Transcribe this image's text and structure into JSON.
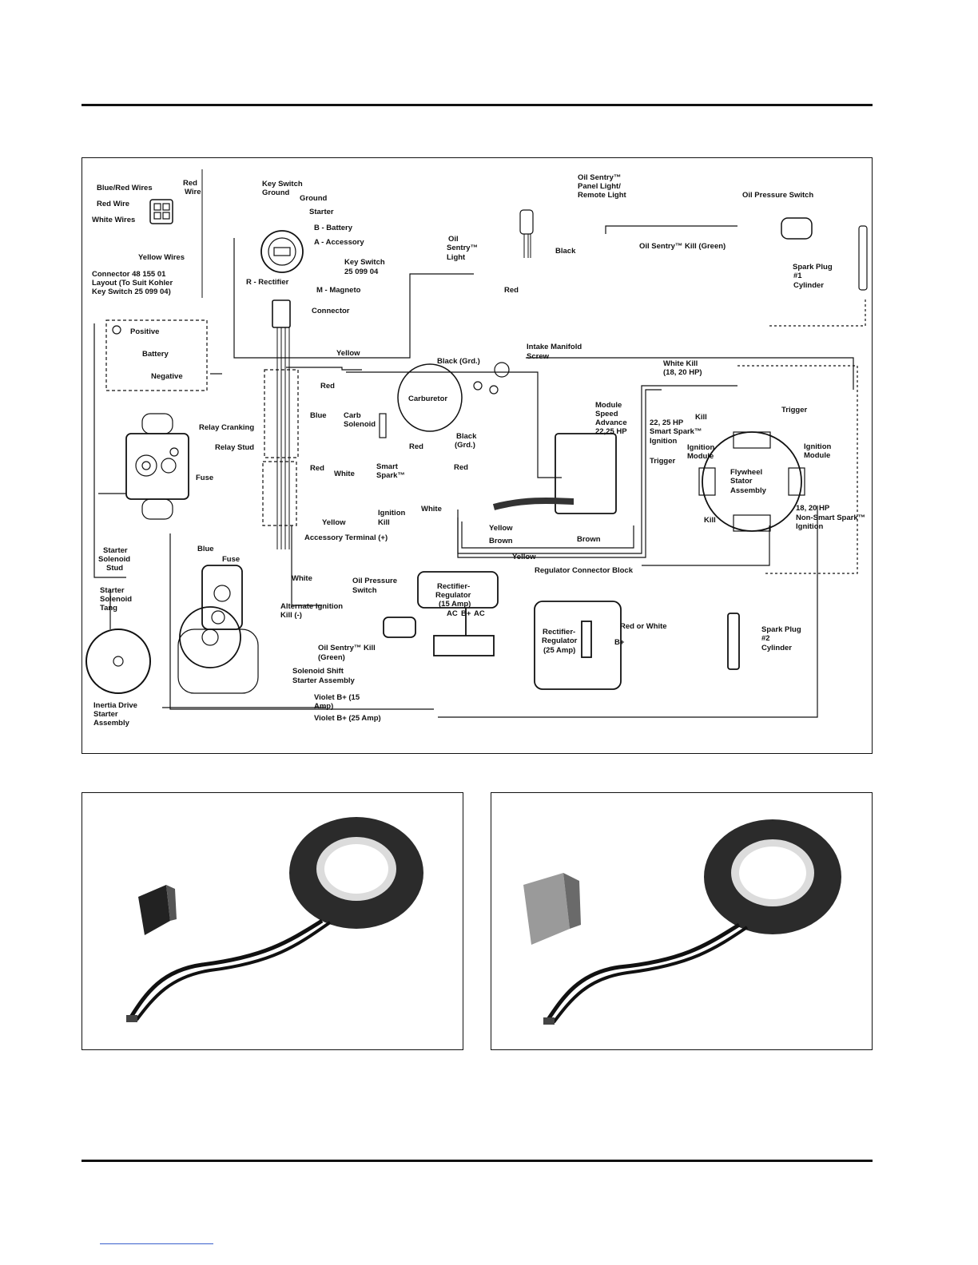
{
  "diagram": {
    "connector_layout": {
      "labels": [
        "Blue/Red Wires",
        "Red",
        "Wire",
        "Red Wire",
        "White Wires",
        "Yellow Wires"
      ],
      "caption": [
        "Connector 48 155 01",
        "Layout (To Suit Kohler",
        "Key Switch 25 099 04)"
      ]
    },
    "key_switch": {
      "labels": [
        "Key Switch",
        "Ground",
        "Ground",
        "Starter",
        "B - Battery",
        "A - Accessory",
        "Key Switch",
        "25 099 04",
        "R - Rectifier",
        "M - Magneto"
      ]
    },
    "labels": {
      "connector": "Connector",
      "positive": "Positive",
      "battery": "Battery",
      "negative": "Negative",
      "yellow_main": "Yellow",
      "red_harness": "Red",
      "blue_harness": "Blue",
      "relay_cranking": "Relay Cranking",
      "relay_stud": "Relay Stud",
      "fuse_relay": "Fuse",
      "red_lower": "Red",
      "white_lower": "White",
      "yellow_acc": "Yellow",
      "accessory_terminal": "Accessory Terminal (+)",
      "blue_low": "Blue",
      "fuse_low": "Fuse",
      "starter_solenoid_stud": [
        "Starter",
        "Solenoid",
        "Stud"
      ],
      "starter_solenoid_tang": [
        "Starter",
        "Solenoid",
        "Tang"
      ],
      "white_low": "White",
      "alt_ignition_kill": [
        "Alternate Ignition",
        "Kill (-)"
      ],
      "oil_pressure_switch_low": [
        "Oil Pressure",
        "Switch"
      ],
      "oil_sentry_kill_low": [
        "Oil Sentry™ Kill",
        "(Green)"
      ],
      "solenoid_shift": [
        "Solenoid Shift",
        "Starter Assembly"
      ],
      "inertia_drive": [
        "Inertia Drive",
        "Starter",
        "Assembly"
      ],
      "violet_15": [
        "Violet B+ (15",
        "Amp)"
      ],
      "violet_25": "Violet B+ (25 Amp)",
      "oil_sentry_panel": [
        "Oil Sentry™",
        "Panel Light/",
        "Remote Light"
      ],
      "oil_pressure_switch_top": "Oil Pressure Switch",
      "oil_sentry_light": [
        "Oil",
        "Sentry™",
        "Light"
      ],
      "black_top": "Black",
      "red_top": "Red",
      "oil_sentry_kill_top": "Oil Sentry™ Kill (Green)",
      "spark_plug_1": [
        "Spark Plug",
        "#1",
        "Cylinder"
      ],
      "black_grd": "Black (Grd.)",
      "intake_manifold": [
        "Intake Manifold",
        "Screw"
      ],
      "white_kill": [
        "White Kill",
        "(18, 20 HP)"
      ],
      "carburetor": "Carburetor",
      "carb_solenoid": [
        "Carb",
        "Solenoid"
      ],
      "red_carb": "Red",
      "black_grd2": [
        "Black",
        "(Grd.)"
      ],
      "red_mid": "Red",
      "smart_spark": [
        "Smart",
        "Spark™"
      ],
      "ignition_kill": [
        "Ignition",
        "Kill"
      ],
      "white_mid": "White",
      "module_speed": [
        "Module",
        "Speed",
        "Advance",
        "22,25 HP"
      ],
      "yellow_bottom": "Yellow",
      "brown_1": "Brown",
      "brown_2": "Brown",
      "yellow_bottom2": "Yellow",
      "hp_smart": [
        "22, 25 HP",
        "Smart Spark™",
        "Ignition"
      ],
      "kill_top": "Kill",
      "trigger_top": "Trigger",
      "ignition_module_left": [
        "Ignition",
        "Module"
      ],
      "ignition_module_right": [
        "Ignition",
        "Module"
      ],
      "trigger_left": "Trigger",
      "flywheel": [
        "Flywheel",
        "Stator",
        "Assembly"
      ],
      "non_smart": [
        "18, 20 HP",
        "Non-Smart Spark™",
        "Ignition"
      ],
      "kill_bottom": "Kill",
      "regulator_block": "Regulator Connector Block",
      "rect_15": [
        "Rectifier-",
        "Regulator",
        "(15 Amp)"
      ],
      "rect_25": [
        "Rectifier-",
        "Regulator",
        "(25 Amp)"
      ],
      "red_or_white": "Red or White",
      "b_plus": "B+",
      "ac_terms": [
        "AC",
        "B+",
        "AC"
      ],
      "spark_plug_2": [
        "Spark Plug",
        "#2",
        "Cylinder"
      ]
    }
  }
}
